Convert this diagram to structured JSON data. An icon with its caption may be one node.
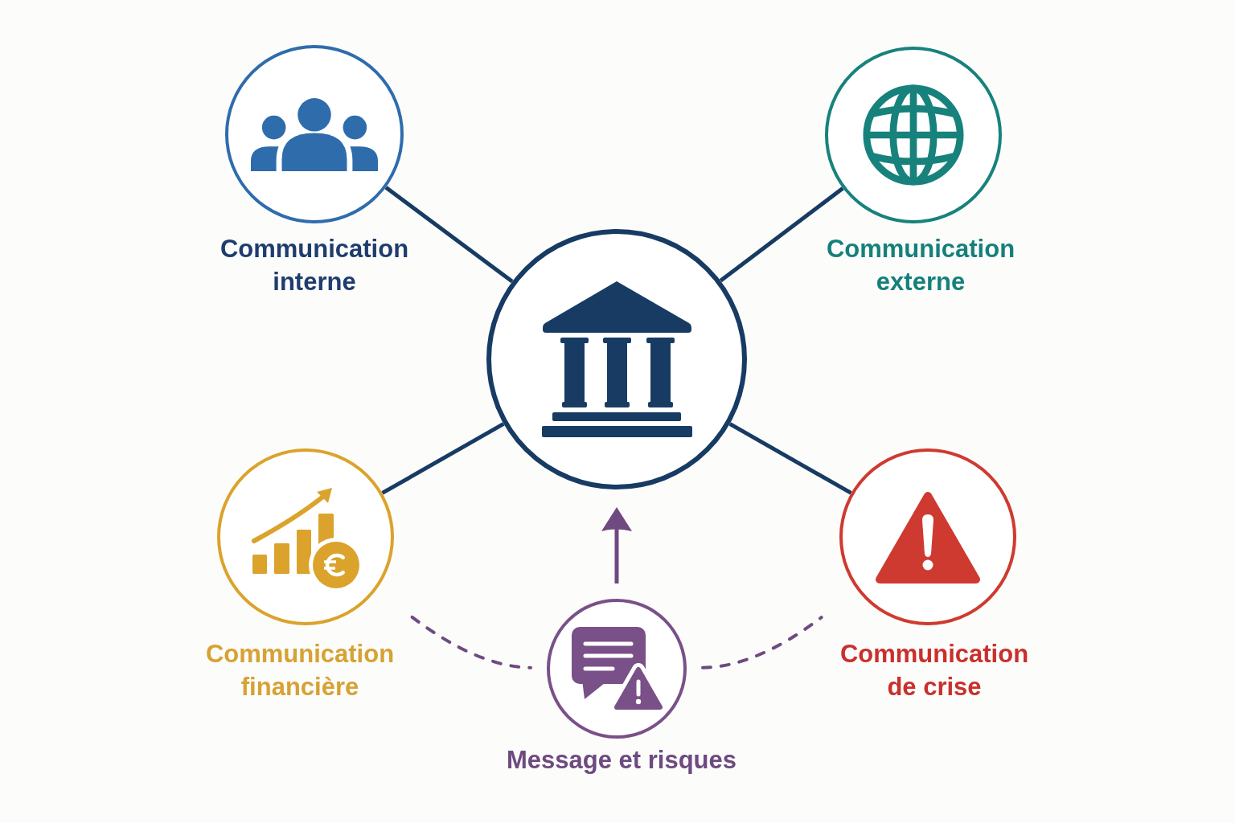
{
  "diagram": {
    "nodes": [
      {
        "text": [
          "Communication interne"
        ]
      },
      {
        "text": [
          "Communication externe"
        ]
      },
      {
        "text": [],
        "shape": "circle"
      },
      {
        "text": [
          "Communication financière"
        ]
      },
      {
        "text": [
          "Communication de crise"
        ]
      },
      {
        "text": [
          "Message et risques"
        ]
      }
    ],
    "edges": [
      {
        "from": 0,
        "to": 2,
        "arrow": "none"
      },
      {
        "from": 1,
        "to": 2,
        "arrow": "none"
      },
      {
        "from": 3,
        "to": 2,
        "arrow": "none"
      },
      {
        "from": 4,
        "to": 2,
        "arrow": "none"
      },
      {
        "from": 5,
        "to": 2,
        "arrow": "to",
        "color": "#6e4a80"
      },
      {
        "from": 3,
        "to": 5,
        "arrow": "none",
        "style": "dashed",
        "color": "#6e4a80"
      },
      {
        "from": 5,
        "to": 4,
        "arrow": "none",
        "style": "dashed",
        "color": "#6e4a80"
      }
    ]
  }
}
